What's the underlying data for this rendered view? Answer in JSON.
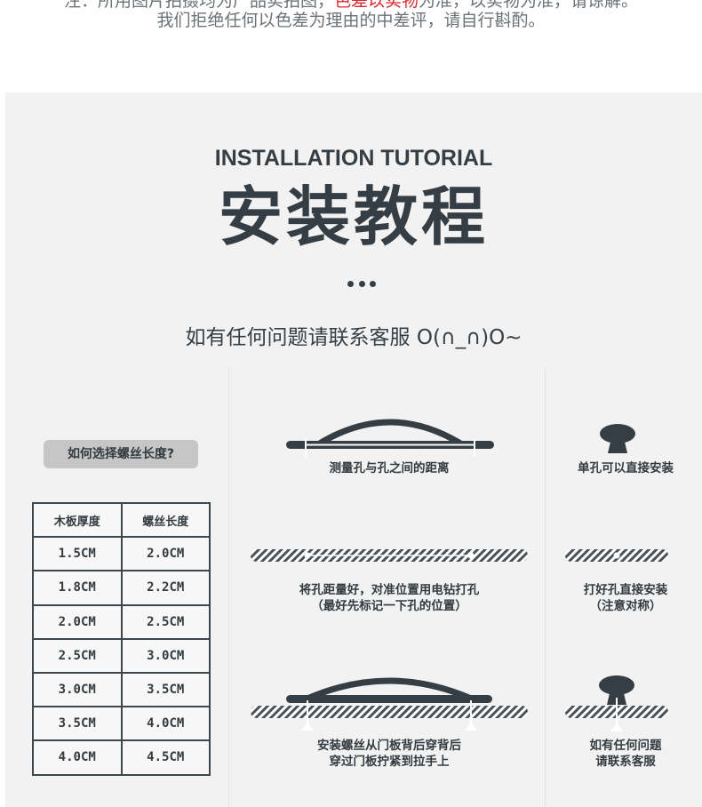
{
  "notice": {
    "line1_a": "注：所用图片拍摄均为产品实拍图，",
    "line1_red": "色差以实物",
    "line1_b": "为准，以实物为准，请谅解。",
    "line2": "我们拒绝任何以色差为理由的中差评，请自行斟酌。"
  },
  "section": {
    "en_title": "INSTALLATION TUTORIAL",
    "cn_title": "安装教程",
    "contact": "如有任何问题请联系客服 O(∩_∩)O~"
  },
  "screw_guide": {
    "button_label": "如何选择螺丝长度?",
    "headers": [
      "木板厚度",
      "螺丝长度"
    ],
    "rows": [
      [
        "1.5CM",
        "2.0CM"
      ],
      [
        "1.8CM",
        "2.2CM"
      ],
      [
        "2.0CM",
        "2.5CM"
      ],
      [
        "2.5CM",
        "3.0CM"
      ],
      [
        "3.0CM",
        "3.5CM"
      ],
      [
        "3.5CM",
        "4.0CM"
      ],
      [
        "4.0CM",
        "4.5CM"
      ]
    ]
  },
  "steps": {
    "double_1": "测量孔与孔之间的距离",
    "double_2_a": "将孔距量好，对准位置用电钻打孔",
    "double_2_b": "（最好先标记一下孔的位置）",
    "double_3_a": "安装螺丝从门板背后穿背后",
    "double_3_b": "穿过门板拧紧到拉手上",
    "single_1": "单孔可以直接安装",
    "single_2_a": "打好孔直接安装",
    "single_2_b": "（注意对称）",
    "single_3_a": "如有任何问题",
    "single_3_b": "请联系客服"
  },
  "colors": {
    "dark": "#353e44",
    "accent_red": "#d8282c",
    "panel_bg": "#f2f2f2"
  }
}
